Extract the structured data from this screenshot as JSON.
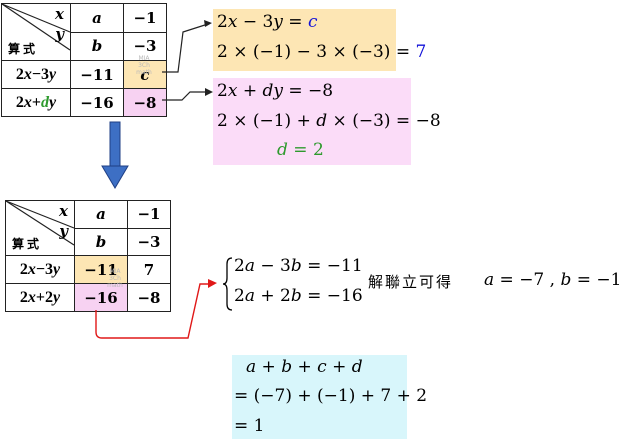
{
  "table1": {
    "header_x": "x",
    "header_y": "y",
    "header_label": "算式",
    "x_values": [
      "a",
      "−1"
    ],
    "y_values": [
      "b",
      "−3"
    ],
    "rows": [
      {
        "expr": "2x−3y",
        "v1": "−11",
        "v2": "c"
      },
      {
        "expr": "2x+dy",
        "v1": "−16",
        "v2": "−8"
      }
    ]
  },
  "table2": {
    "header_x": "x",
    "header_y": "y",
    "header_label": "算式",
    "x_values": [
      "a",
      "−1"
    ],
    "y_values": [
      "b",
      "−3"
    ],
    "rows": [
      {
        "expr": "2x−3y",
        "v1": "−11",
        "v2": "7"
      },
      {
        "expr": "2x+2y",
        "v1": "−16",
        "v2": "−8"
      }
    ]
  },
  "box_c": {
    "line1_lhs": "2x − 3y = ",
    "line1_var": "c",
    "line2_lhs": "2 × (−1) − 3 × (−3) = ",
    "line2_val": "7"
  },
  "box_d": {
    "line1": "2x + dy = −8",
    "line2": "2 × (−1) + d × (−3) = −8",
    "line3": "d = 2"
  },
  "system": {
    "eq1": "2a − 3b = −11",
    "eq2": "2a + 2b = −16",
    "solve_text": "解聯立可得",
    "result": "a = −7 , b = −1"
  },
  "sum_box": {
    "line1": "a + b + c + d",
    "line2": "= (−7) + (−1) + 7 + 2",
    "line3": "= 1"
  },
  "watermark": {
    "line1": "MIA",
    "line2": "3Ch",
    "line3": "math"
  },
  "colors": {
    "yellow_fill": "#fde6b4",
    "pink_fill": "#f7d2f2",
    "cyan_fill": "#d8f6fb",
    "blue_text": "#1212d8",
    "green_text": "#2e9a2e",
    "red_connector": "#e01818",
    "down_arrow": "#3d6fc4"
  }
}
